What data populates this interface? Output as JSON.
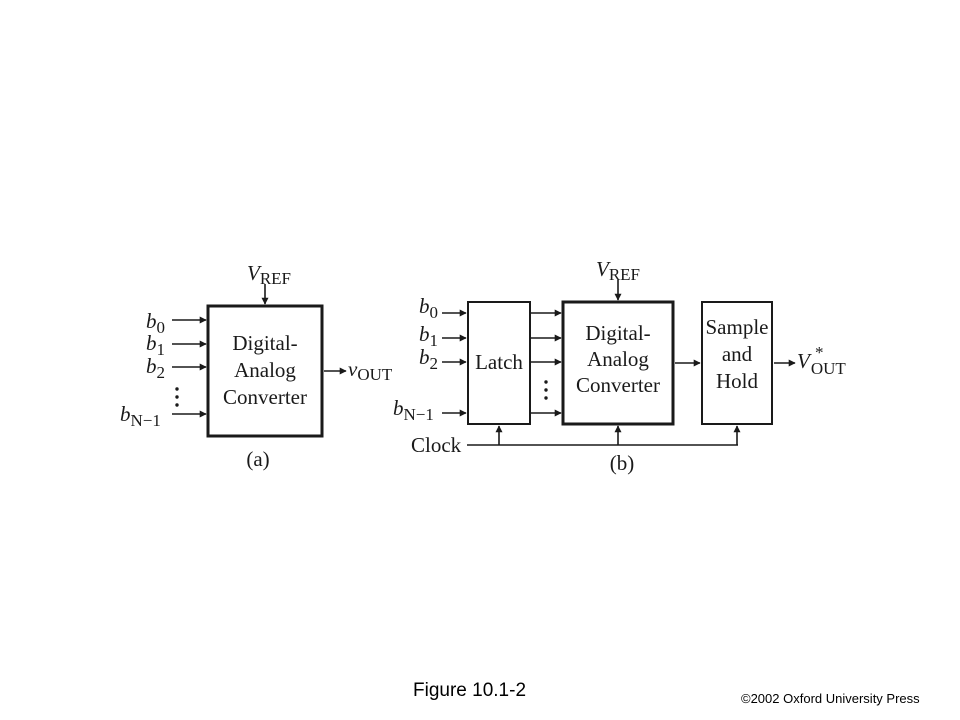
{
  "figure_caption": "Figure 10.1-2",
  "copyright": "©2002 Oxford University Press",
  "part_a": {
    "label": "(a)",
    "block_lines": [
      "Digital-",
      "Analog",
      "Converter"
    ],
    "ref": {
      "main": "V",
      "sub": "REF"
    },
    "inputs": [
      {
        "main": "b",
        "sub": "0"
      },
      {
        "main": "b",
        "sub": "1"
      },
      {
        "main": "b",
        "sub": "2"
      },
      {
        "main": "b",
        "sub": "N−1"
      }
    ],
    "output": {
      "main": "v",
      "sub": "OUT"
    }
  },
  "part_b": {
    "label": "(b)",
    "latch": "Latch",
    "dac_lines": [
      "Digital-",
      "Analog",
      "Converter"
    ],
    "sh_lines": [
      "Sample",
      "and",
      "Hold"
    ],
    "ref": {
      "main": "V",
      "sub": "REF"
    },
    "inputs": [
      {
        "main": "b",
        "sub": "0"
      },
      {
        "main": "b",
        "sub": "1"
      },
      {
        "main": "b",
        "sub": "2"
      },
      {
        "main": "b",
        "sub": "N−1"
      }
    ],
    "clock": "Clock",
    "output": {
      "main": "V",
      "sub": "OUT",
      "sup": "*"
    }
  }
}
